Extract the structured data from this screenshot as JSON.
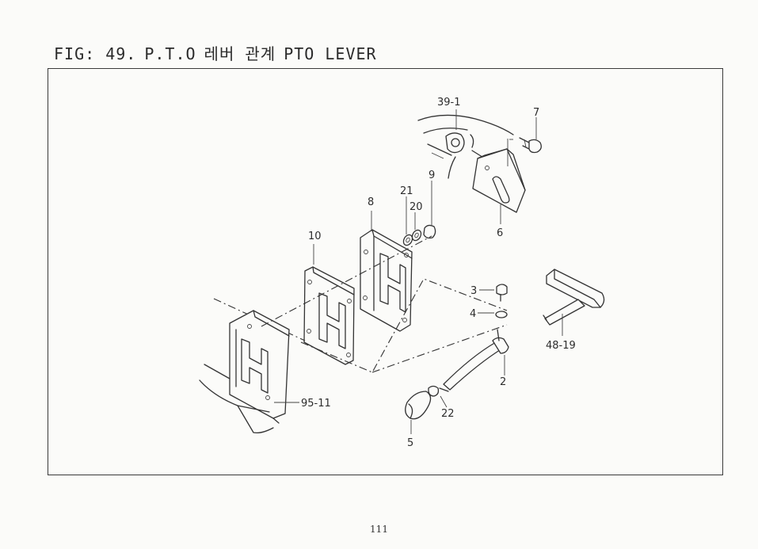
{
  "figure": {
    "title_prefix": "FIG: 49.",
    "title_code": "P.T.O",
    "title_korean": "레버 관계",
    "title_english": "PTO LEVER"
  },
  "callouts": {
    "p39_1": "39-1",
    "p7": "7",
    "p9": "9",
    "p21": "21",
    "p20": "20",
    "p8": "8",
    "p6": "6",
    "p10": "10",
    "p3": "3",
    "p4": "4",
    "p48_19": "48-19",
    "p2": "2",
    "p95_11": "95-11",
    "p22": "22",
    "p5": "5"
  },
  "page_number": "111"
}
